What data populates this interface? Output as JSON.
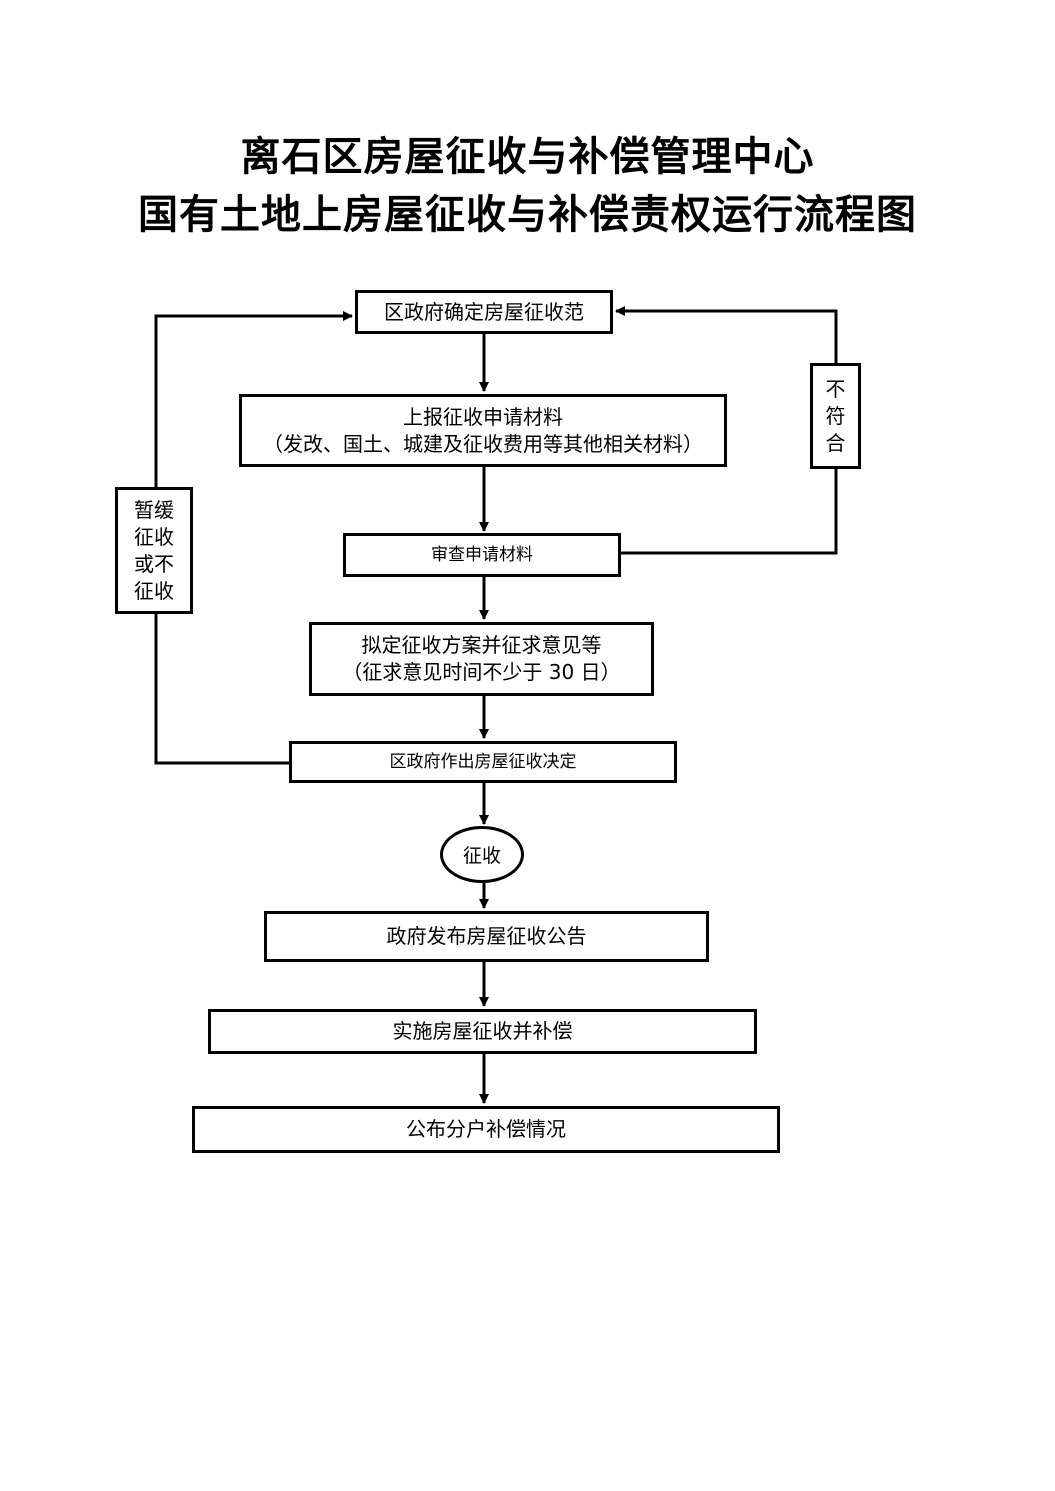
{
  "title": {
    "line1": "离石区房屋征收与补偿管理中心",
    "line2": "国有土地上房屋征收与补偿责权运行流程图"
  },
  "steps": {
    "determine_scope": "区政府确定房屋征收范",
    "submit_materials": {
      "line1": "上报征收申请材料",
      "line2": "（发改、国土、城建及征收费用等其他相关材料）"
    },
    "review_materials": "审查申请材料",
    "draft_plan": {
      "line1": "拟定征收方案并征求意见等",
      "line2": "（征求意见时间不少于 30 日）"
    },
    "make_decision": "区政府作出房屋征收决定",
    "expropriate": "征收",
    "publish_notice": "政府发布房屋征收公告",
    "implement": "实施房屋征收并补偿",
    "publish_compensation": "公布分户补偿情况"
  },
  "side_labels": {
    "not_compliant": "不\n符\n合",
    "suspend": "暂缓\n征收\n或不\n征收"
  }
}
